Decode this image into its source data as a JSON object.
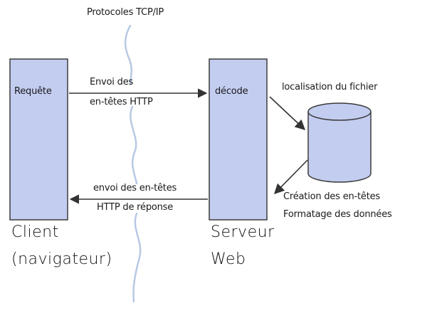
{
  "protocol_label": "Protocoles TCP/IP",
  "client": {
    "box_label": "Requête",
    "name_line1": "Client",
    "name_line2": "(navigateur)"
  },
  "server": {
    "box_label": "décode",
    "name_line1": "Serveur",
    "name_line2": "Web"
  },
  "request_arrow": {
    "line1": "Envoi des",
    "line2": "en-têtes HTTP"
  },
  "response_arrow": {
    "line1": "envoi des en-têtes",
    "line2": "HTTP de réponse"
  },
  "file_arrow_label": "localisation du fichier",
  "return_arrow": {
    "line1": "Création des en-têtes",
    "line2": "Formatage des données"
  },
  "colors": {
    "box_fill": "#c3cdf0",
    "box_stroke": "#3c3c3c",
    "cable": "#b7c9e4",
    "arrow": "#333333"
  }
}
